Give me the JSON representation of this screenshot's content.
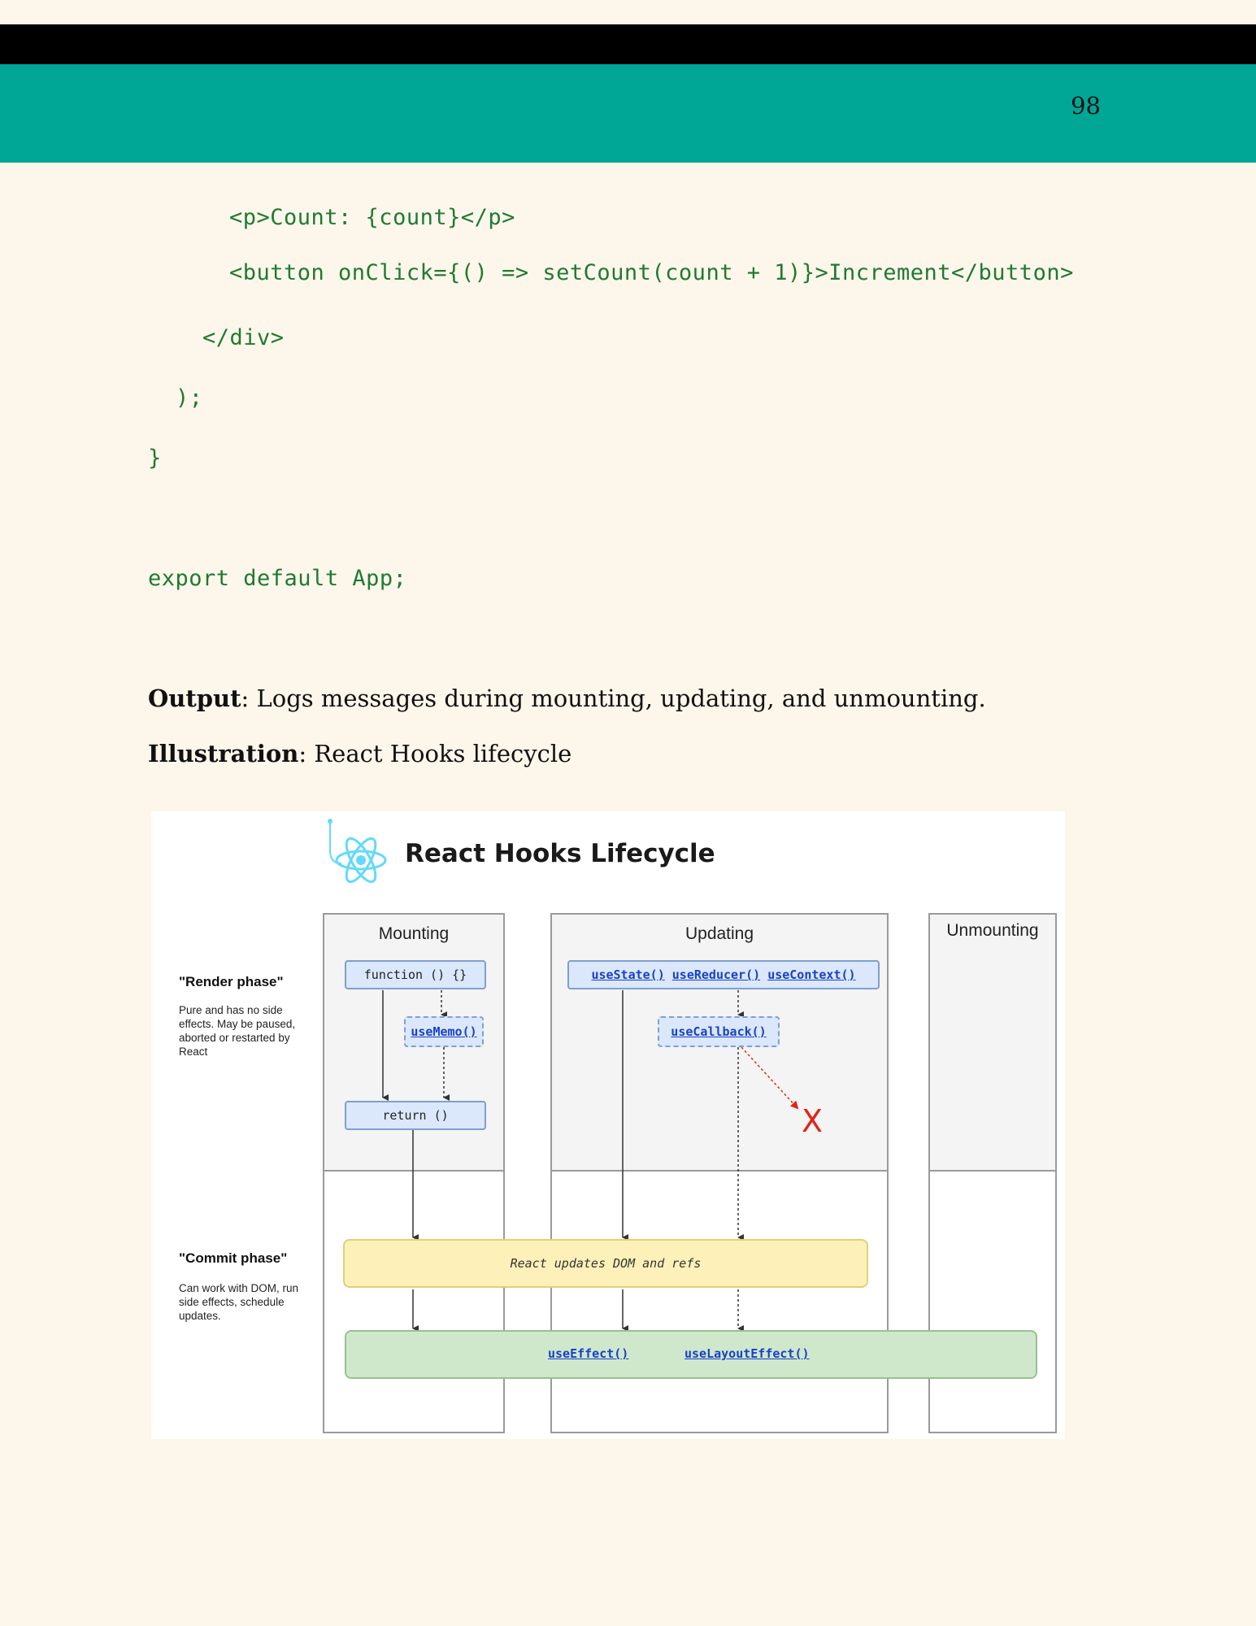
{
  "header": {
    "page_number": "98"
  },
  "code": {
    "line1": "<p>Count: {count}</p>",
    "line2": "<button onClick={() => setCount(count + 1)}>Increment</button>",
    "line3": "</div>",
    "line4": ");",
    "line5": "}",
    "line6": "export default App;"
  },
  "text": {
    "output_label": "Output",
    "output_text": ": Logs messages during mounting, updating, and unmounting.",
    "illustration_label": "Illustration",
    "illustration_text": ": React Hooks lifecycle"
  },
  "diagram": {
    "title": "React Hooks Lifecycle",
    "columns": {
      "mounting": "Mounting",
      "updating": "Updating",
      "unmounting": "Unmounting"
    },
    "render_phase": {
      "title": "\"Render phase\"",
      "desc": "Pure and has no side effects. May be paused, aborted or restarted by React"
    },
    "commit_phase": {
      "title": "\"Commit phase\"",
      "desc": "Can work with DOM, run side effects, schedule updates."
    },
    "nodes": {
      "function": "function () {}",
      "use_memo": "useMemo()",
      "return": "return ()",
      "use_state": "useState()",
      "use_reducer": "useReducer()",
      "use_context": "useContext()",
      "use_callback": "useCallback()",
      "commit": "React updates DOM and refs",
      "use_effect": "useEffect()",
      "use_layout_effect": "useLayoutEffect()"
    },
    "cancel_mark": "X",
    "colors": {
      "arrow": "#333333",
      "cancel": "#e0241b",
      "header": "#00a797"
    }
  }
}
